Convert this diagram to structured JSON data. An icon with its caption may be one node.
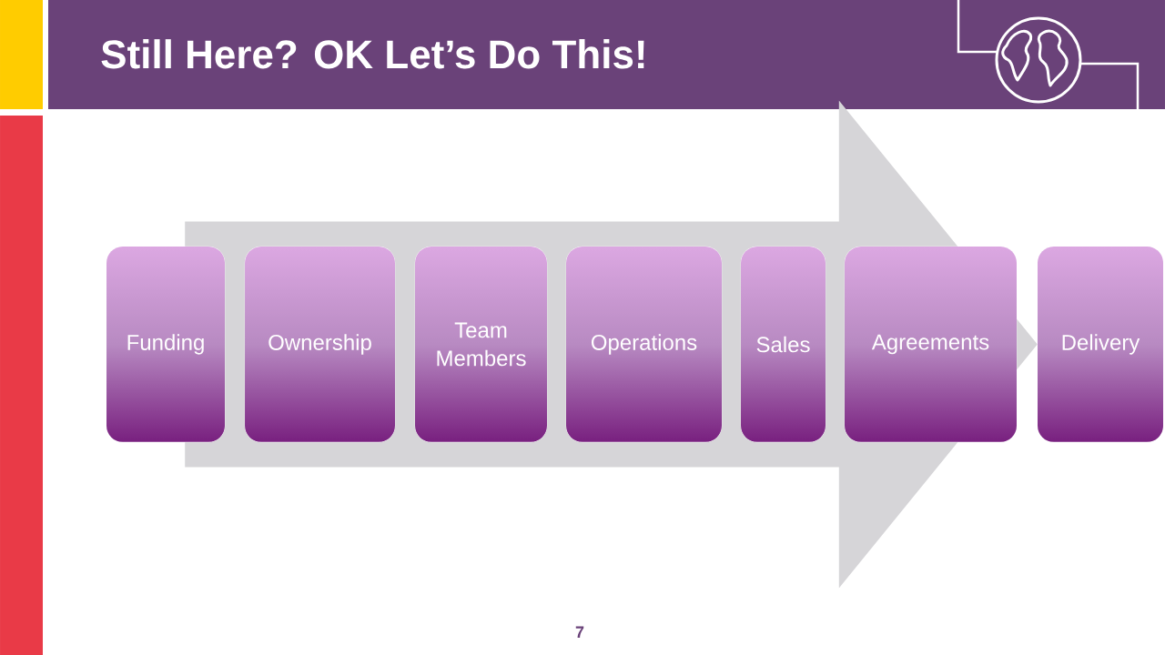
{
  "diagram": {
    "title": "Still Here? OK Let’s Do This!",
    "nodes": [
      {
        "text": [
          "Funding"
        ]
      },
      {
        "text": [
          "Ownership"
        ]
      },
      {
        "text": [
          "Team Members"
        ]
      },
      {
        "text": [
          "Operations"
        ]
      },
      {
        "text": [
          "Sales"
        ]
      },
      {
        "text": [
          "Agreements"
        ]
      },
      {
        "text": [
          "Delivery"
        ]
      }
    ],
    "edges": [
      {
        "from": 0,
        "to": 6,
        "arrow": "to",
        "style": "thick"
      }
    ],
    "labels": [
      "7"
    ]
  }
}
